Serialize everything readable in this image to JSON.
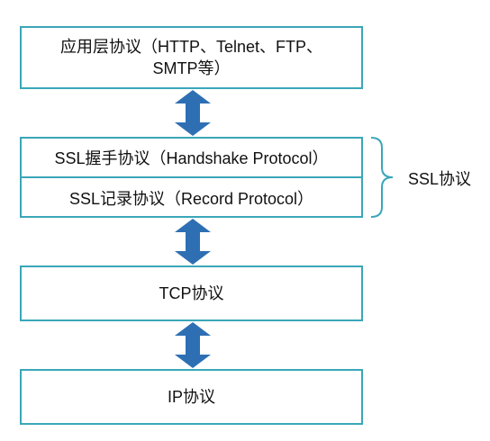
{
  "layers": {
    "application": "应用层协议（HTTP、Telnet、FTP、SMTP等）",
    "ssl_handshake": "SSL握手协议（Handshake Protocol）",
    "ssl_record": "SSL记录协议（Record Protocol）",
    "tcp": "TCP协议",
    "ip": "IP协议"
  },
  "ssl_group_label": "SSL协议",
  "colors": {
    "box_border": "#3aa6b9",
    "arrow_fill": "#2e6fb4",
    "brace": "#3aa6b9"
  }
}
